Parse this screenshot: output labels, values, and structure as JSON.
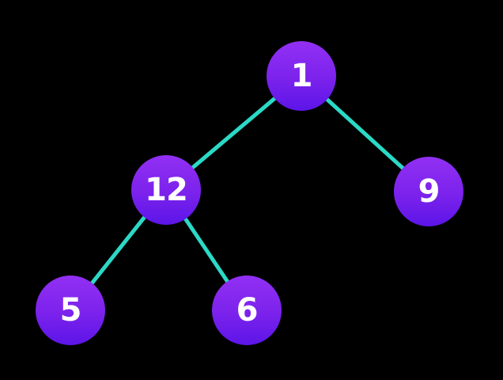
{
  "diagram": {
    "type": "binary-tree",
    "background": "#000000",
    "colors": {
      "node_gradient_top": "#9230f3",
      "node_gradient_bottom": "#5c15e8",
      "node_text": "#ffffff",
      "edge": "#2bd9c6"
    },
    "nodes": [
      {
        "label": "1"
      },
      {
        "label": "12"
      },
      {
        "label": "9"
      },
      {
        "label": "5"
      },
      {
        "label": "6"
      }
    ],
    "edges": [
      {
        "from": "1",
        "to": "12"
      },
      {
        "from": "1",
        "to": "9"
      },
      {
        "from": "12",
        "to": "5"
      },
      {
        "from": "12",
        "to": "6"
      }
    ]
  }
}
